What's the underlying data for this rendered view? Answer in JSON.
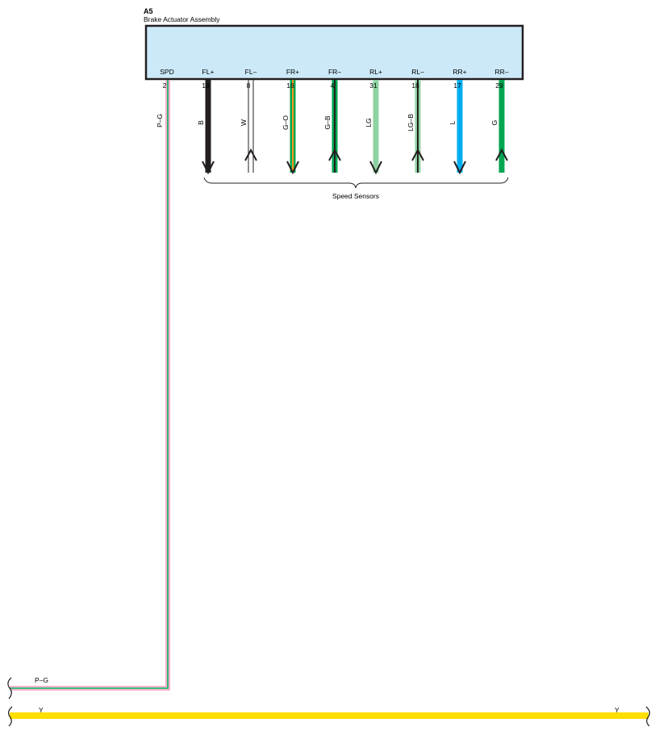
{
  "component": {
    "id": "A5",
    "name": "Brake Actuator Assembly",
    "fill_color": "#cce9f9"
  },
  "pins": [
    {
      "label": "SPD",
      "number": "2",
      "wire_code": "P–G"
    },
    {
      "label": "FL+",
      "number": "19",
      "wire_code": "B",
      "colors": [
        "#231f20"
      ],
      "direction": "down"
    },
    {
      "label": "FL–",
      "number": "8",
      "wire_code": "W",
      "colors": [
        "#ffffff"
      ],
      "direction": "up"
    },
    {
      "label": "FR+",
      "number": "16",
      "wire_code": "G–O",
      "colors": [
        "#00a651",
        "#f7941d"
      ],
      "direction": "down"
    },
    {
      "label": "FR–",
      "number": "4",
      "wire_code": "G–B",
      "colors": [
        "#00a651",
        "#231f20"
      ],
      "direction": "up"
    },
    {
      "label": "RL+",
      "number": "31",
      "wire_code": "LG",
      "colors": [
        "#8dd3a1"
      ],
      "direction": "down"
    },
    {
      "label": "RL–",
      "number": "18",
      "wire_code": "LG–B",
      "colors": [
        "#8dd3a1",
        "#231f20"
      ],
      "direction": "up"
    },
    {
      "label": "RR+",
      "number": "17",
      "wire_code": "L",
      "colors": [
        "#00aeef"
      ],
      "direction": "down"
    },
    {
      "label": "RR–",
      "number": "29",
      "wire_code": "G",
      "colors": [
        "#00a651"
      ],
      "direction": "up"
    }
  ],
  "group_label": "Speed Sensors",
  "spd_wire": {
    "code": "P–G",
    "colors": [
      "#f49ac1",
      "#00a651"
    ]
  },
  "y_wire": {
    "code_left": "Y",
    "code_right": "Y",
    "color": "#ffde00"
  }
}
